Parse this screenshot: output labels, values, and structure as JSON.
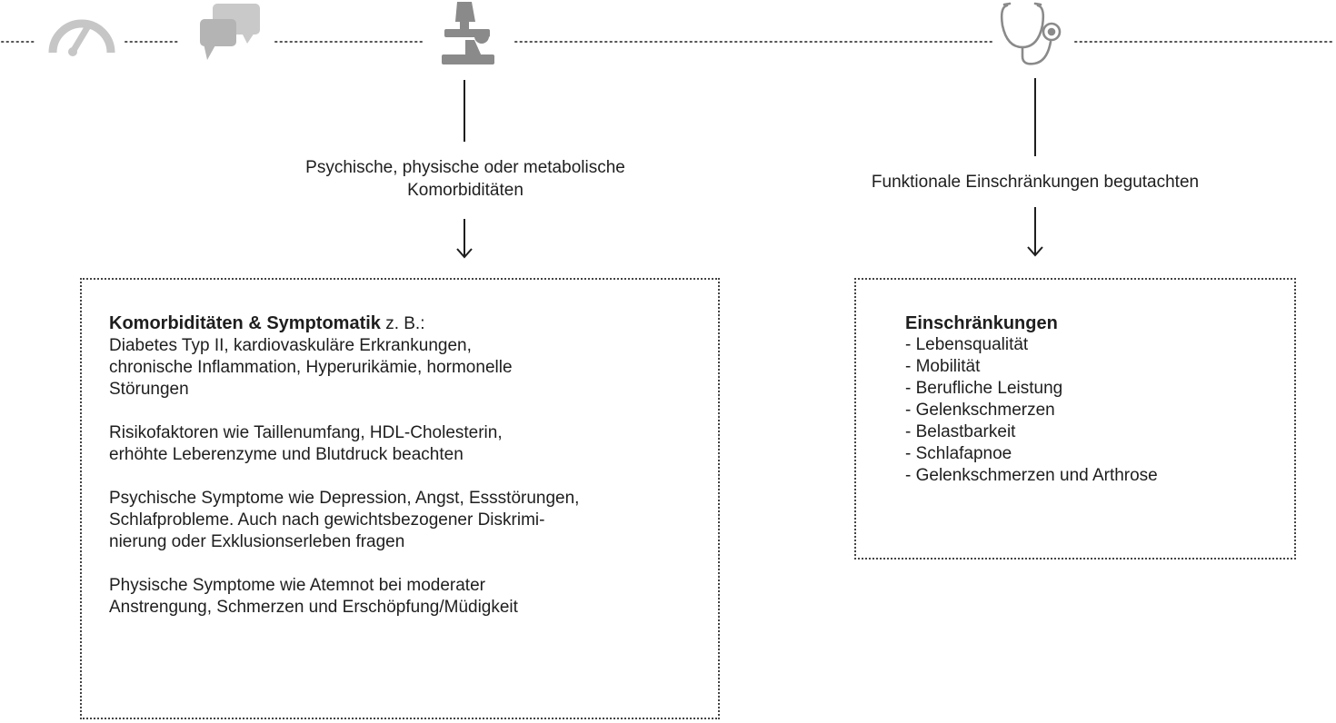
{
  "icons": [
    "speedometer-icon",
    "chat-bubbles-icon",
    "microscope-icon",
    "stethoscope-icon"
  ],
  "colors": {
    "icon_gray": "#c6c6c6",
    "icon_dark": "#8a8a8a",
    "line": "#1e1e1e",
    "dots": "#444444"
  },
  "left": {
    "label_line1": "Psychische, physische oder metabolische",
    "label_line2": "Komorbiditäten",
    "box": {
      "heading": "Komorbiditäten & Symptomatik",
      "heading_suffix": " z. B.:",
      "para1": [
        "Diabetes Typ II, kardiovaskuläre Erkrankungen,",
        "chronische Inflammation, Hyperurikämie, hormonelle",
        "Störungen"
      ],
      "para2": [
        "Risikofaktoren wie Taillenumfang, HDL-Cholesterin,",
        "erhöhte Leberenzyme und Blutdruck beachten"
      ],
      "para3": [
        "Psychische Symptome wie Depression, Angst, Essstörungen,",
        "Schlafprobleme. Auch nach gewichtsbezogener Diskrimi-",
        "nierung oder Exklusionserleben fragen"
      ],
      "para4": [
        "Physische Symptome wie Atemnot bei moderater",
        "Anstrengung, Schmerzen und Erschöpfung/Müdigkeit"
      ]
    }
  },
  "right": {
    "label": "Funktionale Einschränkungen begutachten",
    "box": {
      "heading": "Einschränkungen",
      "items": [
        "Lebensqualität",
        "Mobilität",
        "Berufliche Leistung",
        "Gelenkschmerzen",
        "Belastbarkeit",
        "Schlafapnoe",
        "Gelenkschmerzen und Arthrose"
      ]
    }
  }
}
